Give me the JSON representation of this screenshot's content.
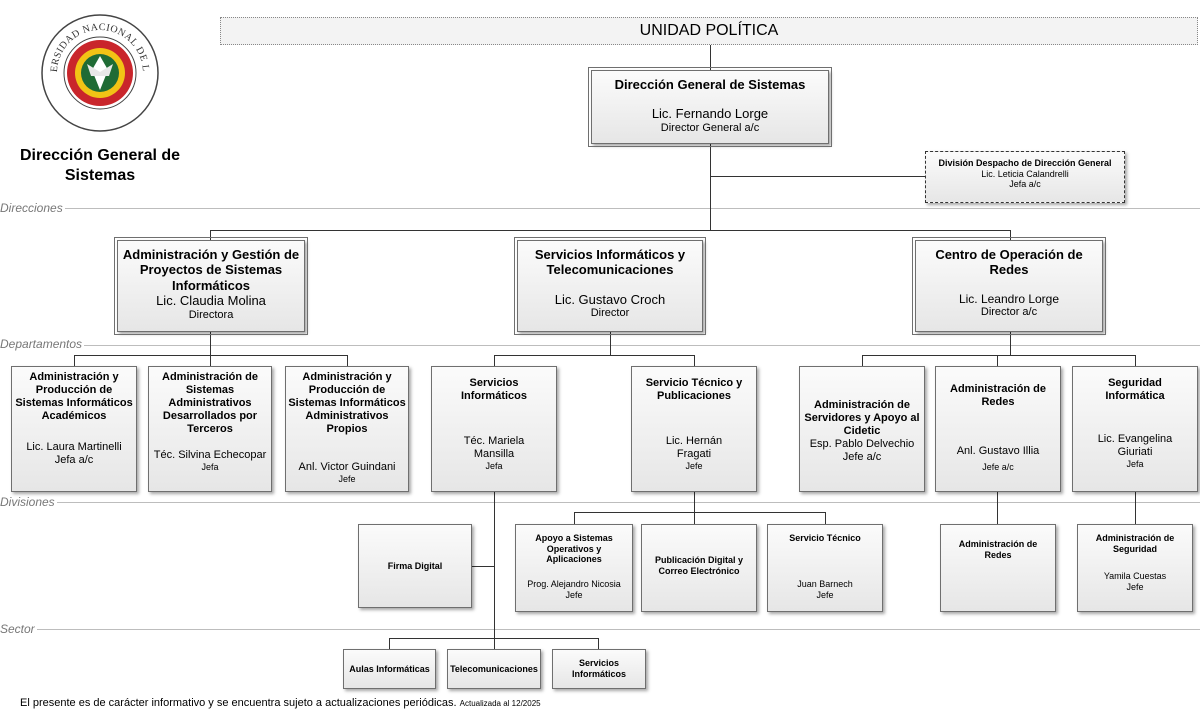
{
  "logo": {
    "seal_text": "UNIVERSIDAD NACIONAL DE LUJÁN"
  },
  "org_title": "Dirección General de Sistemas",
  "top_banner": "UNIDAD POLÍTICA",
  "levels": {
    "direcciones": "Direcciones",
    "departamentos": "Departamentos",
    "divisiones": "Divisiones",
    "sector": "Sector"
  },
  "head": {
    "title": "Dirección General de Sistemas",
    "name": "Lic. Fernando Lorge",
    "role": "Director General a/c"
  },
  "staff": {
    "title": "División Despacho de Dirección General",
    "name": "Lic. Leticia Calandrelli",
    "role": "Jefa a/c"
  },
  "direcciones": [
    {
      "title": "Administración y Gestión de Proyectos de Sistemas Informáticos",
      "name": "Lic. Claudia Molina",
      "role": "Directora"
    },
    {
      "title": "Servicios Informáticos y Telecomunicaciones",
      "name": "Lic. Gustavo Croch",
      "role": "Director"
    },
    {
      "title": "Centro de Operación de Redes",
      "name": "Lic. Leandro Lorge",
      "role": "Director a/c"
    }
  ],
  "departamentos": [
    {
      "title": "Administración y Producción de Sistemas Informáticos Académicos",
      "name": "Lic. Laura Martinelli",
      "role": "Jefa a/c"
    },
    {
      "title": "Administración de Sistemas Administrativos Desarrollados por Terceros",
      "name": "Téc. Silvina Echecopar",
      "role": "Jefa"
    },
    {
      "title": "Administración y Producción de Sistemas Informáticos Administrativos Propios",
      "name": "Anl. Victor Guindani",
      "role": "Jefe"
    },
    {
      "title": "Servicios Informáticos",
      "name": "Téc. Mariela Mansilla",
      "role": "Jefa"
    },
    {
      "title": "Servicio Técnico y Publicaciones",
      "name": "Lic. Hernán Fragati",
      "role": "Jefe"
    },
    {
      "title": "Administración de Servidores y Apoyo al Cidetic",
      "name": "Esp. Pablo Delvechio",
      "role": "Jefe a/c"
    },
    {
      "title": "Administración de Redes",
      "name": "Anl. Gustavo Illia",
      "role": "Jefe a/c"
    },
    {
      "title": "Seguridad Informática",
      "name": "Lic. Evangelina Giuriati",
      "role": "Jefa"
    }
  ],
  "divisiones": [
    {
      "title": "Firma Digital",
      "name": "",
      "role": ""
    },
    {
      "title": "Apoyo a Sistemas Operativos y Aplicaciones",
      "name": "Prog. Alejandro Nicosia",
      "role": "Jefe"
    },
    {
      "title": "Publicación Digital y Correo Electrónico",
      "name": "",
      "role": ""
    },
    {
      "title": "Servicio Técnico",
      "name": "Juan Barnech",
      "role": "Jefe"
    },
    {
      "title": "Administración de Redes",
      "name": "",
      "role": ""
    },
    {
      "title": "Administración de Seguridad",
      "name": "Yamila Cuestas",
      "role": "Jefe"
    }
  ],
  "sectores": [
    "Aulas Informáticas",
    "Telecomunicaciones",
    "Servicios Informáticos"
  ],
  "footer": {
    "text": "El presente es de carácter informativo y se encuentra sujeto a actualizaciones periódicas.",
    "updated": "Actualizada al 12/2025"
  }
}
